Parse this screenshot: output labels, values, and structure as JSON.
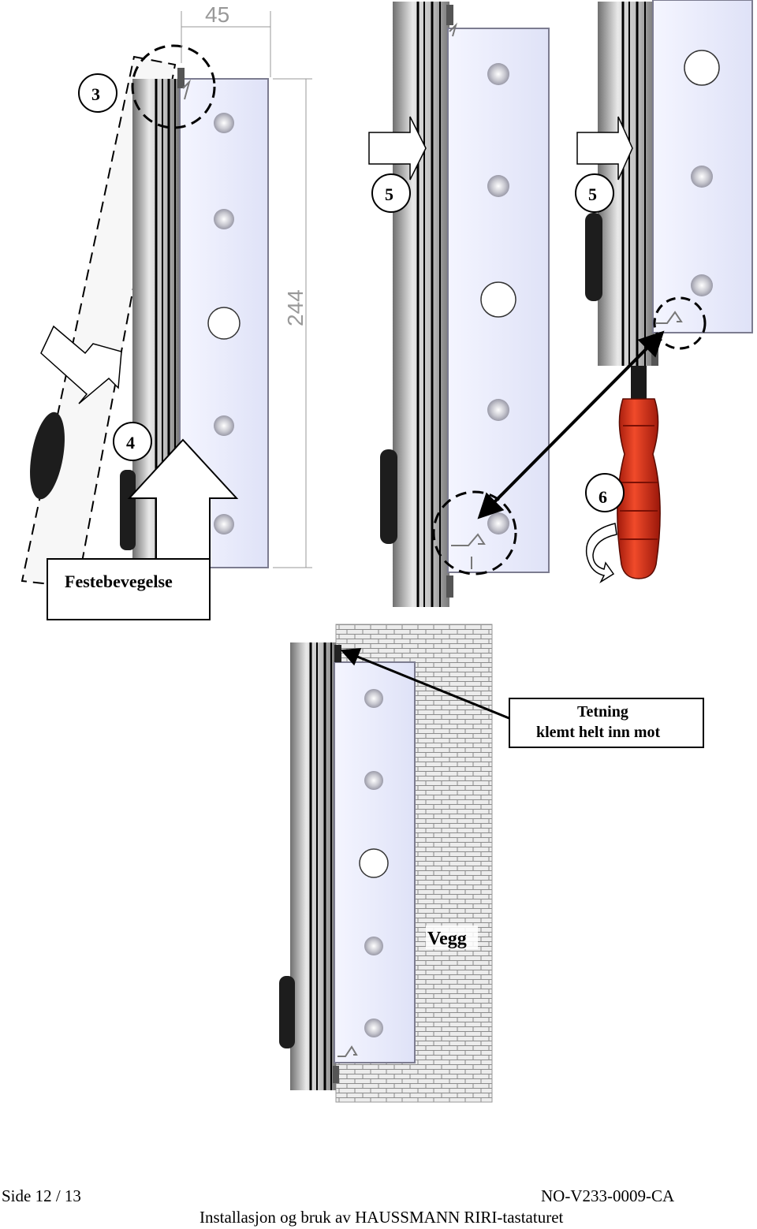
{
  "figure": {
    "dimension_width": "45",
    "dimension_height": "244",
    "step_3": "3",
    "step_4": "4",
    "step_5a": "5",
    "step_5b": "5",
    "step_6": "6",
    "label_festebevegelse": "Festebevegelse",
    "label_tetning_line1": "Tetning",
    "label_tetning_line2": "klemt helt inn mot",
    "label_vegg": "Vegg",
    "colors": {
      "panel": "#e6e8fb",
      "panel_edge": "#7c7c90",
      "frame_dark": "#5a5a5a",
      "frame_light": "#d9d9d9",
      "screwdriver": "#d8321b",
      "wall": "#e4e4e4"
    }
  },
  "footer": {
    "page": "Side 12 / 13",
    "doc_code": "NO-V233-0009-CA",
    "title": "Installasjon og bruk av HAUSSMANN RIRI-tastaturet"
  }
}
